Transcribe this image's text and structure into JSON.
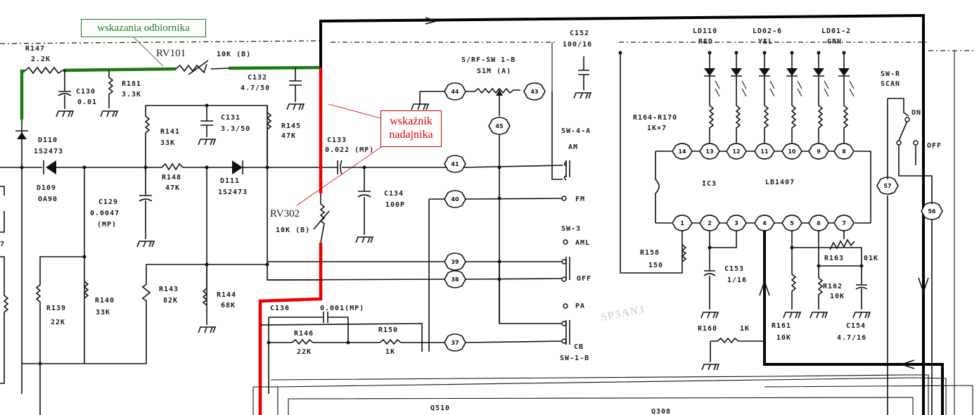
{
  "diagram": {
    "type": "circuit-schematic",
    "annotations": {
      "receiver_indicator": "wskazania odbiornika",
      "transmitter_indicator_line1": "wskaźnik",
      "transmitter_indicator_line2": "nadajnika",
      "rv101": "RV101",
      "rv302": "RV302",
      "watermark": "SP5ANJ"
    },
    "colors": {
      "receiver_path": "#1b7a17",
      "transmitter_path": "#ee0000",
      "meter_path": "#000000"
    },
    "components": {
      "r147": {
        "ref": "R147",
        "value": "2.2K"
      },
      "rv101_val": {
        "value": "10K (B)"
      },
      "c130": {
        "ref": "C130",
        "value": "0.01"
      },
      "r181": {
        "ref": "R181",
        "value": "3.3K"
      },
      "c132": {
        "ref": "C132",
        "value": "4.7/50"
      },
      "c131": {
        "ref": "C131",
        "value": "3.3/50"
      },
      "r141": {
        "ref": "R141",
        "value": "33K"
      },
      "r145": {
        "ref": "R145",
        "value": "47K"
      },
      "r148": {
        "ref": "R148",
        "value": "47K"
      },
      "d110": {
        "ref": "D110",
        "value": "1S2473"
      },
      "d109": {
        "ref": "D109",
        "value": "OA90"
      },
      "d111": {
        "ref": "D111",
        "value": "1S2473"
      },
      "c129": {
        "ref": "C129",
        "value": "0.0047",
        "note": "(MP)"
      },
      "c133": {
        "ref": "C133",
        "value": "0.022 (MP)"
      },
      "c134": {
        "ref": "C134",
        "value": "100P"
      },
      "rv302_val": {
        "value": "10K (B)"
      },
      "r139": {
        "ref": "R139",
        "value": "22K"
      },
      "r140": {
        "ref": "R140",
        "value": "33K"
      },
      "r143": {
        "ref": "R143",
        "value": "82K"
      },
      "r144": {
        "ref": "R144",
        "value": "68K"
      },
      "c136": {
        "ref": "C136",
        "value": "0.001(MP)"
      },
      "r146": {
        "ref": "R146",
        "value": "22K"
      },
      "r150": {
        "ref": "R150",
        "value": "1K"
      },
      "meter": {
        "ref": "S/RF-SW 1-B",
        "value": "S1M (A)"
      },
      "c152": {
        "ref": "C152",
        "value": "100/16"
      },
      "sw4": {
        "ref": "SW-4-A",
        "pos1": "AM",
        "pos2": "FM"
      },
      "sw3": {
        "ref": "SW-3",
        "pos1": "AML",
        "pos2": "OFF",
        "pos3": "PA",
        "pos4": "CB",
        "ref2": "SW-1-B"
      },
      "leds": [
        {
          "ref": "LD110",
          "color": "RED"
        },
        {
          "ref": "LD02-6",
          "color": "YEL"
        },
        {
          "ref": "LD01-2",
          "color": "GRN"
        }
      ],
      "r164": {
        "ref": "R164-R170",
        "value": "1K×7"
      },
      "ic3": {
        "ref": "IC3",
        "value": "LB1407"
      },
      "r158": {
        "ref": "R158",
        "value": "150"
      },
      "c153": {
        "ref": "C153",
        "value": "1/16"
      },
      "r163": {
        "ref": "R163",
        "value": "01K"
      },
      "r162": {
        "ref": "R162",
        "value": "10K"
      },
      "r160": {
        "ref": "R160",
        "value": "1K"
      },
      "r161": {
        "ref": "R161",
        "value": "10K"
      },
      "c154": {
        "ref": "C154",
        "value": "4.7/16"
      },
      "swr": {
        "ref": "SW-R",
        "value": "SCAN",
        "on": "ON",
        "off": "OFF"
      },
      "q510": {
        "ref": "Q510"
      },
      "q308": {
        "ref": "Q308"
      }
    },
    "connector_pins": {
      "meter_left": "44",
      "meter_right": "43",
      "meter_tap": "45",
      "p41": "41",
      "p40": "40",
      "p39": "39",
      "p38": "38",
      "p37": "37",
      "p57": "57",
      "p56": "56",
      "left_edge_digit": "7"
    },
    "ic_pins_top": [
      "14",
      "13",
      "12",
      "11",
      "10",
      "9",
      "8"
    ],
    "ic_pins_bottom": [
      "1",
      "2",
      "3",
      "4",
      "5",
      "6",
      "7"
    ]
  }
}
